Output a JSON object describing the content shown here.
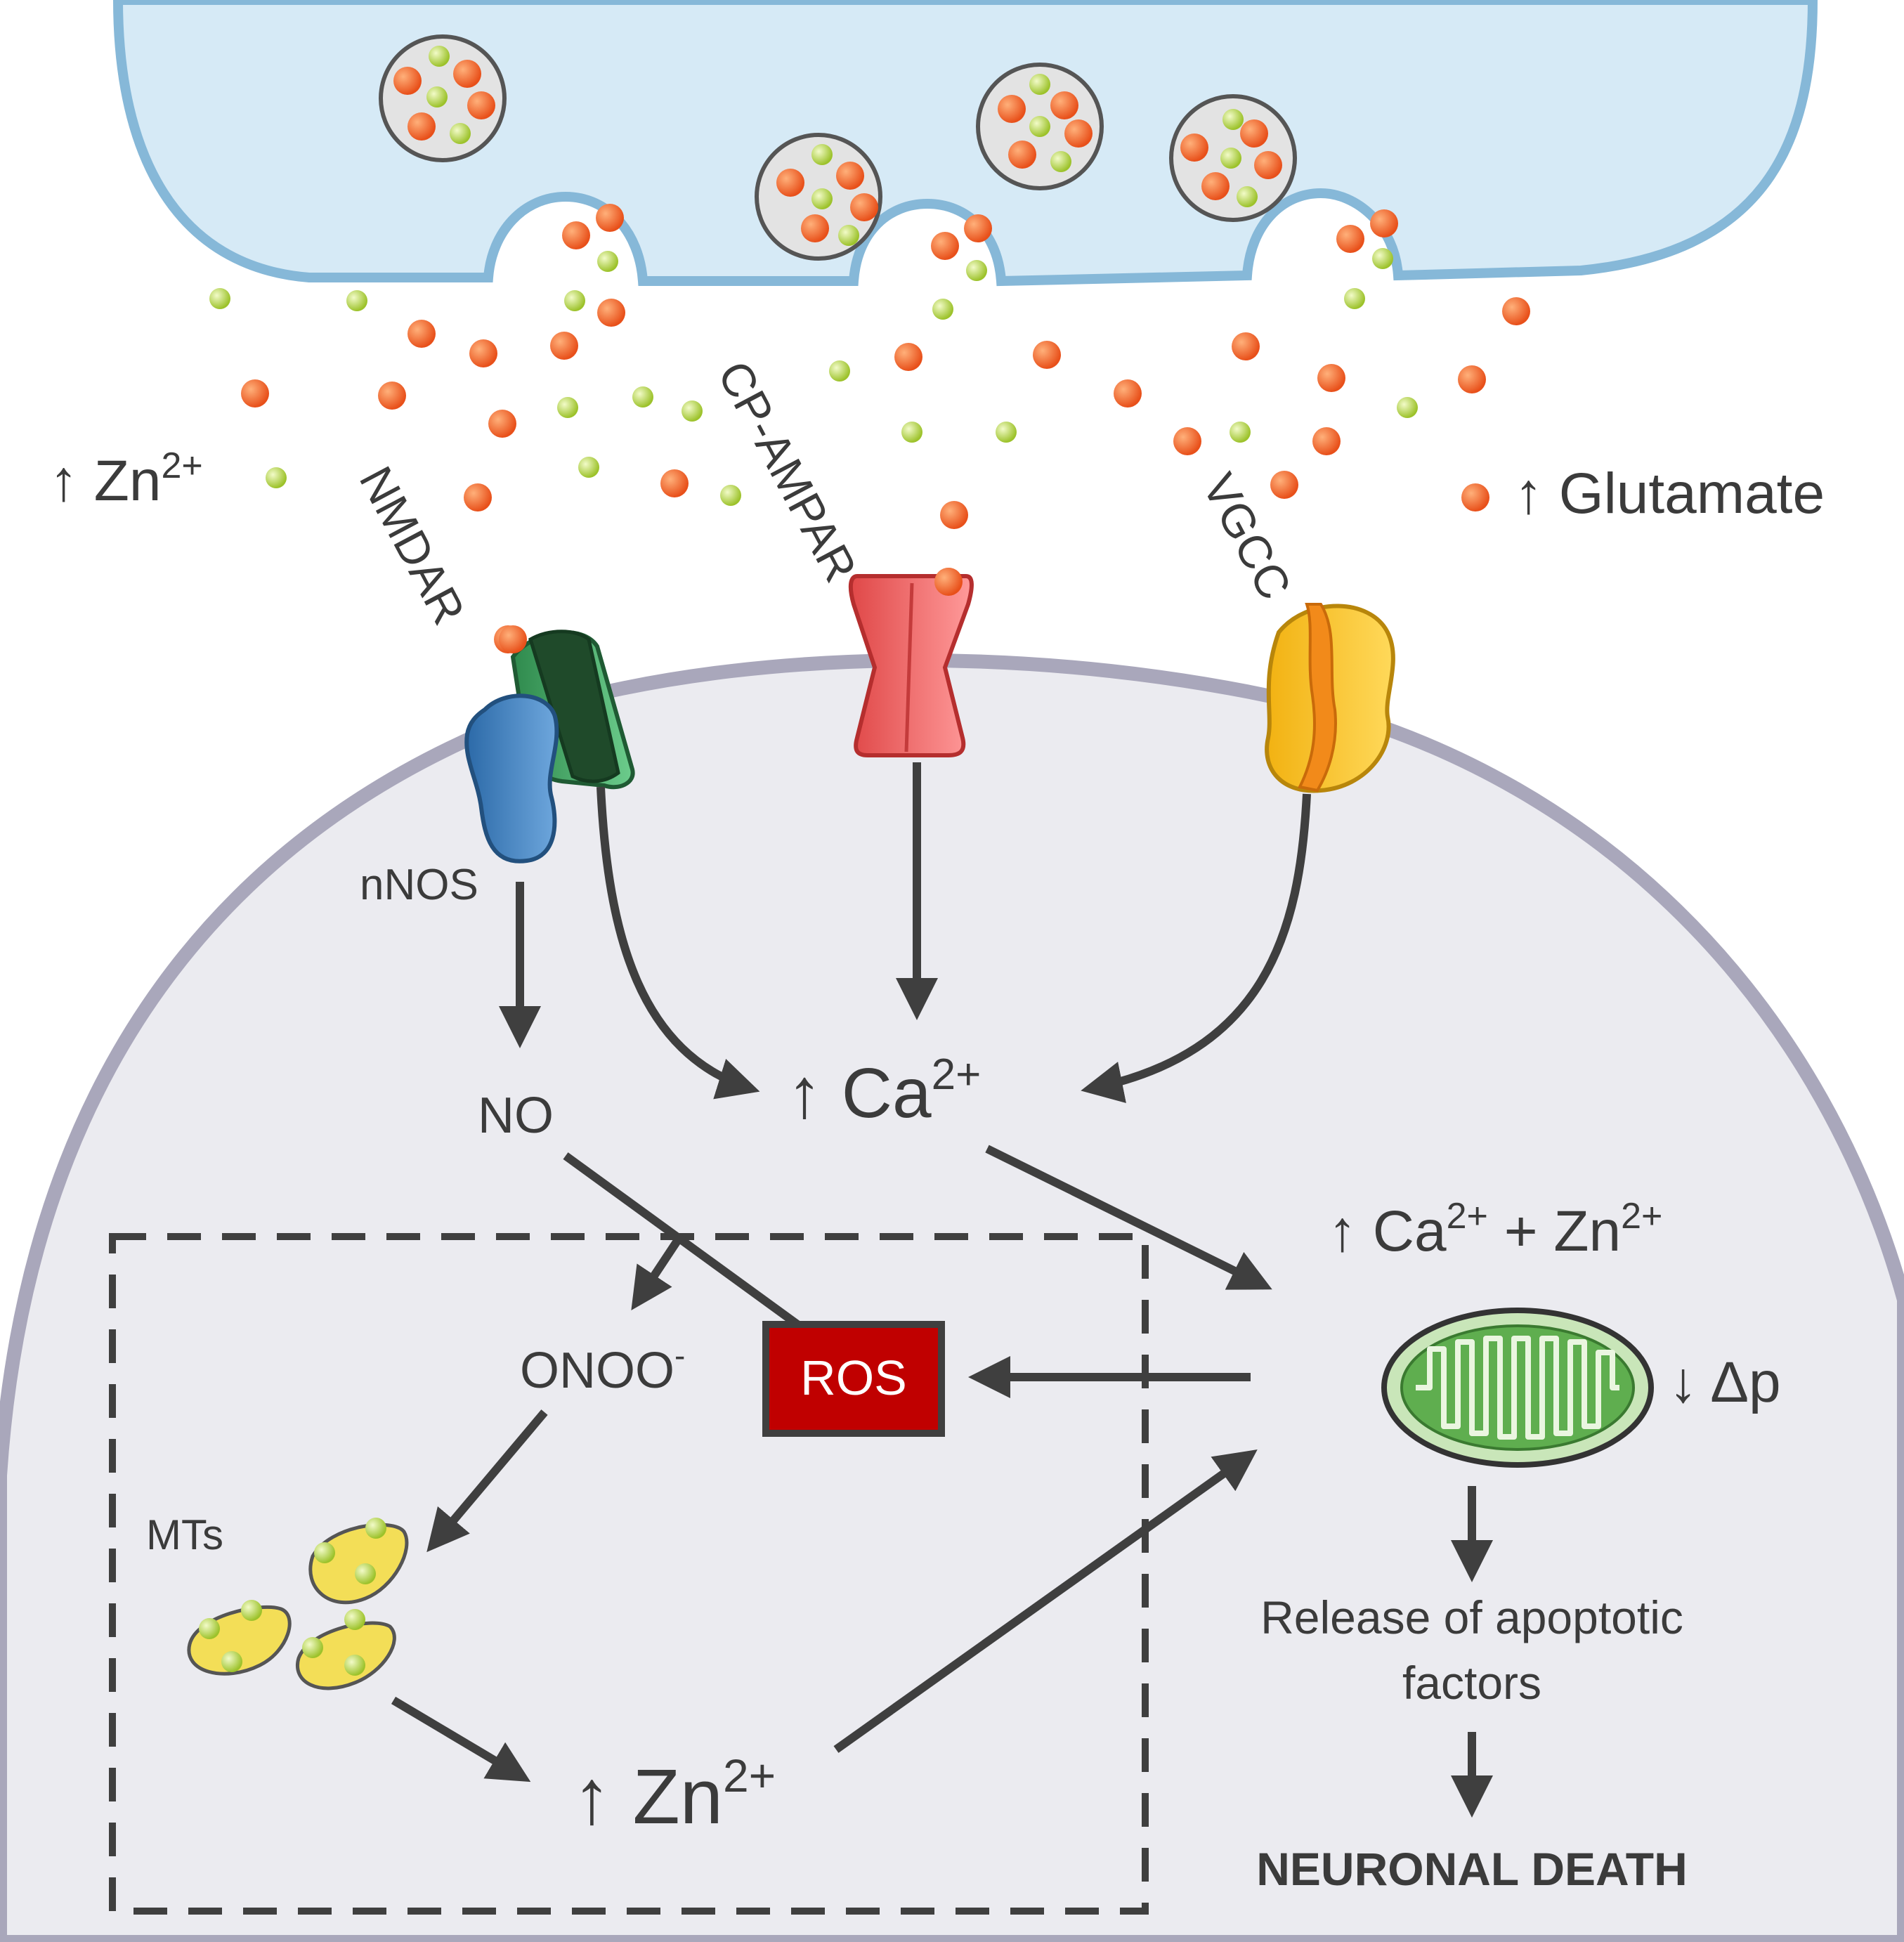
{
  "labels": {
    "zn_extracellular": "↑ Zn",
    "zn_extracellular_sup": "2+",
    "glutamate": "↑ Glutamate",
    "nmdar": "NMDAR",
    "cp_ampar": "CP-AMPAR",
    "vgcc": "VGCC",
    "nnos": "nNOS",
    "no": "NO",
    "ca_central": "↑ Ca",
    "ca_central_sup": "2+",
    "ca_zn_mito_1": "↑ Ca",
    "ca_zn_mito_sup1": "2+",
    "ca_zn_mito_2": " + Zn",
    "ca_zn_mito_sup2": "2+",
    "onoo": "ONOO",
    "onoo_sup": "-",
    "ros": "ROS",
    "delta_p": "↓ Δp",
    "mts": "MTs",
    "zn_intracellular": "↑ Zn",
    "zn_intracellular_sup": "2+",
    "apoptotic_line1": "Release of apoptotic",
    "apoptotic_line2": "factors",
    "neuronal_death": "NEURONAL DEATH"
  },
  "colors": {
    "presynaptic_fill": "#d6eaf6",
    "presynaptic_stroke": "#86b8d8",
    "postsynaptic_fill": "#ebebf0",
    "postsynaptic_stroke": "#a9a7bb",
    "glutamate": "#f26522",
    "zinc": "#b5d334",
    "ros_box": "#c00000",
    "arrow": "#3f3f3f",
    "nmdar_green": "#4caf6e",
    "nnos_blue": "#3f7fbf",
    "ampar_red": "#f06a6a",
    "vgcc_yellow": "#f7c325",
    "vgcc_orange": "#f28a1a",
    "mito_green": "#5fae4f",
    "mt_yellow": "#f3de57"
  }
}
